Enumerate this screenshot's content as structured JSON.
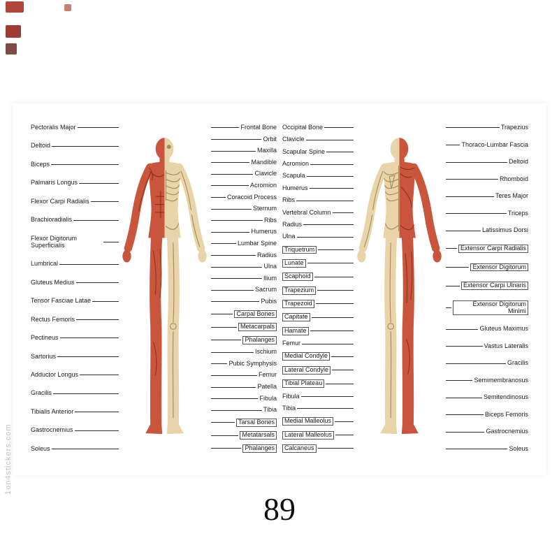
{
  "page": {
    "number": "89",
    "watermark": "1on4stickers.com"
  },
  "colors": {
    "muscle": "#c9553d",
    "muscle_dark": "#8e3220",
    "bone": "#e8d4a8",
    "bone_dark": "#a98c5c",
    "line": "#2b2b2b",
    "label_text": "#1a1a1a"
  },
  "corner_thumbnails": [
    {
      "color": "#b0453c"
    },
    {
      "color": "#c77f72"
    },
    {
      "color": "#9e3b33"
    },
    {
      "color": "#7d4b43"
    }
  ],
  "poster": {
    "front": {
      "left_labels": [
        {
          "text": "Pectoralis Major"
        },
        {
          "text": "Deltoid"
        },
        {
          "text": "Biceps"
        },
        {
          "text": "Palmaris Longus"
        },
        {
          "text": "Flexor Carpi Radialis"
        },
        {
          "text": "Brachioradialis"
        },
        {
          "text": "Flexor Digitorum Superficialis"
        },
        {
          "text": "Lumbrical"
        },
        {
          "text": "Gluteus Medius"
        },
        {
          "text": "Tensor Fasciae Latae"
        },
        {
          "text": "Rectus Femoris"
        },
        {
          "text": "Pectineus"
        },
        {
          "text": "Sartorius"
        },
        {
          "text": "Adductor Longus"
        },
        {
          "text": "Gracilis"
        },
        {
          "text": "Tibialis Anterior"
        },
        {
          "text": "Gastrocnemius"
        },
        {
          "text": "Soleus"
        }
      ],
      "right_labels": [
        {
          "text": "Frontal Bone"
        },
        {
          "text": "Orbit"
        },
        {
          "text": "Maxilla"
        },
        {
          "text": "Mandible"
        },
        {
          "text": "Clavicle"
        },
        {
          "text": "Acromion"
        },
        {
          "text": "Coracoid Process"
        },
        {
          "text": "Sternum"
        },
        {
          "text": "Ribs"
        },
        {
          "text": "Humerus"
        },
        {
          "text": "Lumbar Spine"
        },
        {
          "text": "Radius"
        },
        {
          "text": "Ulna"
        },
        {
          "text": "Ilium"
        },
        {
          "text": "Sacrum"
        },
        {
          "text": "Pubis"
        },
        {
          "text": "Carpal Bones",
          "boxed": true
        },
        {
          "text": "Metacarpals",
          "boxed": true
        },
        {
          "text": "Phalanges",
          "boxed": true
        },
        {
          "text": "Ischium"
        },
        {
          "text": "Pubic Symphysis"
        },
        {
          "text": "Femur"
        },
        {
          "text": "Patella"
        },
        {
          "text": "Fibula"
        },
        {
          "text": "Tibia"
        },
        {
          "text": "Tarsal Bones",
          "boxed": true
        },
        {
          "text": "Metatarsals",
          "boxed": true
        },
        {
          "text": "Phalanges",
          "boxed": true
        }
      ]
    },
    "back": {
      "left_labels": [
        {
          "text": "Occipital Bone"
        },
        {
          "text": "Clavicle"
        },
        {
          "text": "Scapular Spine"
        },
        {
          "text": "Acromion"
        },
        {
          "text": "Scapula"
        },
        {
          "text": "Humerus"
        },
        {
          "text": "Ribs"
        },
        {
          "text": "Vertebral Column"
        },
        {
          "text": "Radius"
        },
        {
          "text": "Ulna"
        },
        {
          "text": "Triquetrum",
          "boxed": true
        },
        {
          "text": "Lunate",
          "boxed": true
        },
        {
          "text": "Scaphoid",
          "boxed": true
        },
        {
          "text": "Trapezium",
          "boxed": true
        },
        {
          "text": "Trapezoid",
          "boxed": true
        },
        {
          "text": "Capitate",
          "boxed": true
        },
        {
          "text": "Hamate",
          "boxed": true
        },
        {
          "text": "Femur"
        },
        {
          "text": "Medial Condyle",
          "boxed": true
        },
        {
          "text": "Lateral Condyle",
          "boxed": true
        },
        {
          "text": "Tibial Plateau",
          "boxed": true
        },
        {
          "text": "Fibula"
        },
        {
          "text": "Tibia"
        },
        {
          "text": "Medial Malleolus",
          "boxed": true
        },
        {
          "text": "Lateral Malleolus",
          "boxed": true
        },
        {
          "text": "Calcaneus",
          "boxed": true
        }
      ],
      "right_labels": [
        {
          "text": "Trapezius"
        },
        {
          "text": "Thoraco-Lumbar Fascia"
        },
        {
          "text": "Deltoid"
        },
        {
          "text": "Rhomboid"
        },
        {
          "text": "Teres Major"
        },
        {
          "text": "Triceps"
        },
        {
          "text": "Latissimus Dorsi"
        },
        {
          "text": "Extensor Carpi Radialis",
          "boxed": true
        },
        {
          "text": "Extensor Digitorum",
          "boxed": true
        },
        {
          "text": "Extensor Carpi Ulnaris",
          "boxed": true
        },
        {
          "text": "Extensor Digitorum Minimi",
          "boxed": true
        },
        {
          "text": "Gluteus Maximus"
        },
        {
          "text": "Vastus Lateralis"
        },
        {
          "text": "Gracilis"
        },
        {
          "text": "Semimembranosus"
        },
        {
          "text": "Semitendinosus"
        },
        {
          "text": "Biceps Femoris"
        },
        {
          "text": "Gastrocnemius"
        },
        {
          "text": "Soleus"
        }
      ]
    }
  }
}
